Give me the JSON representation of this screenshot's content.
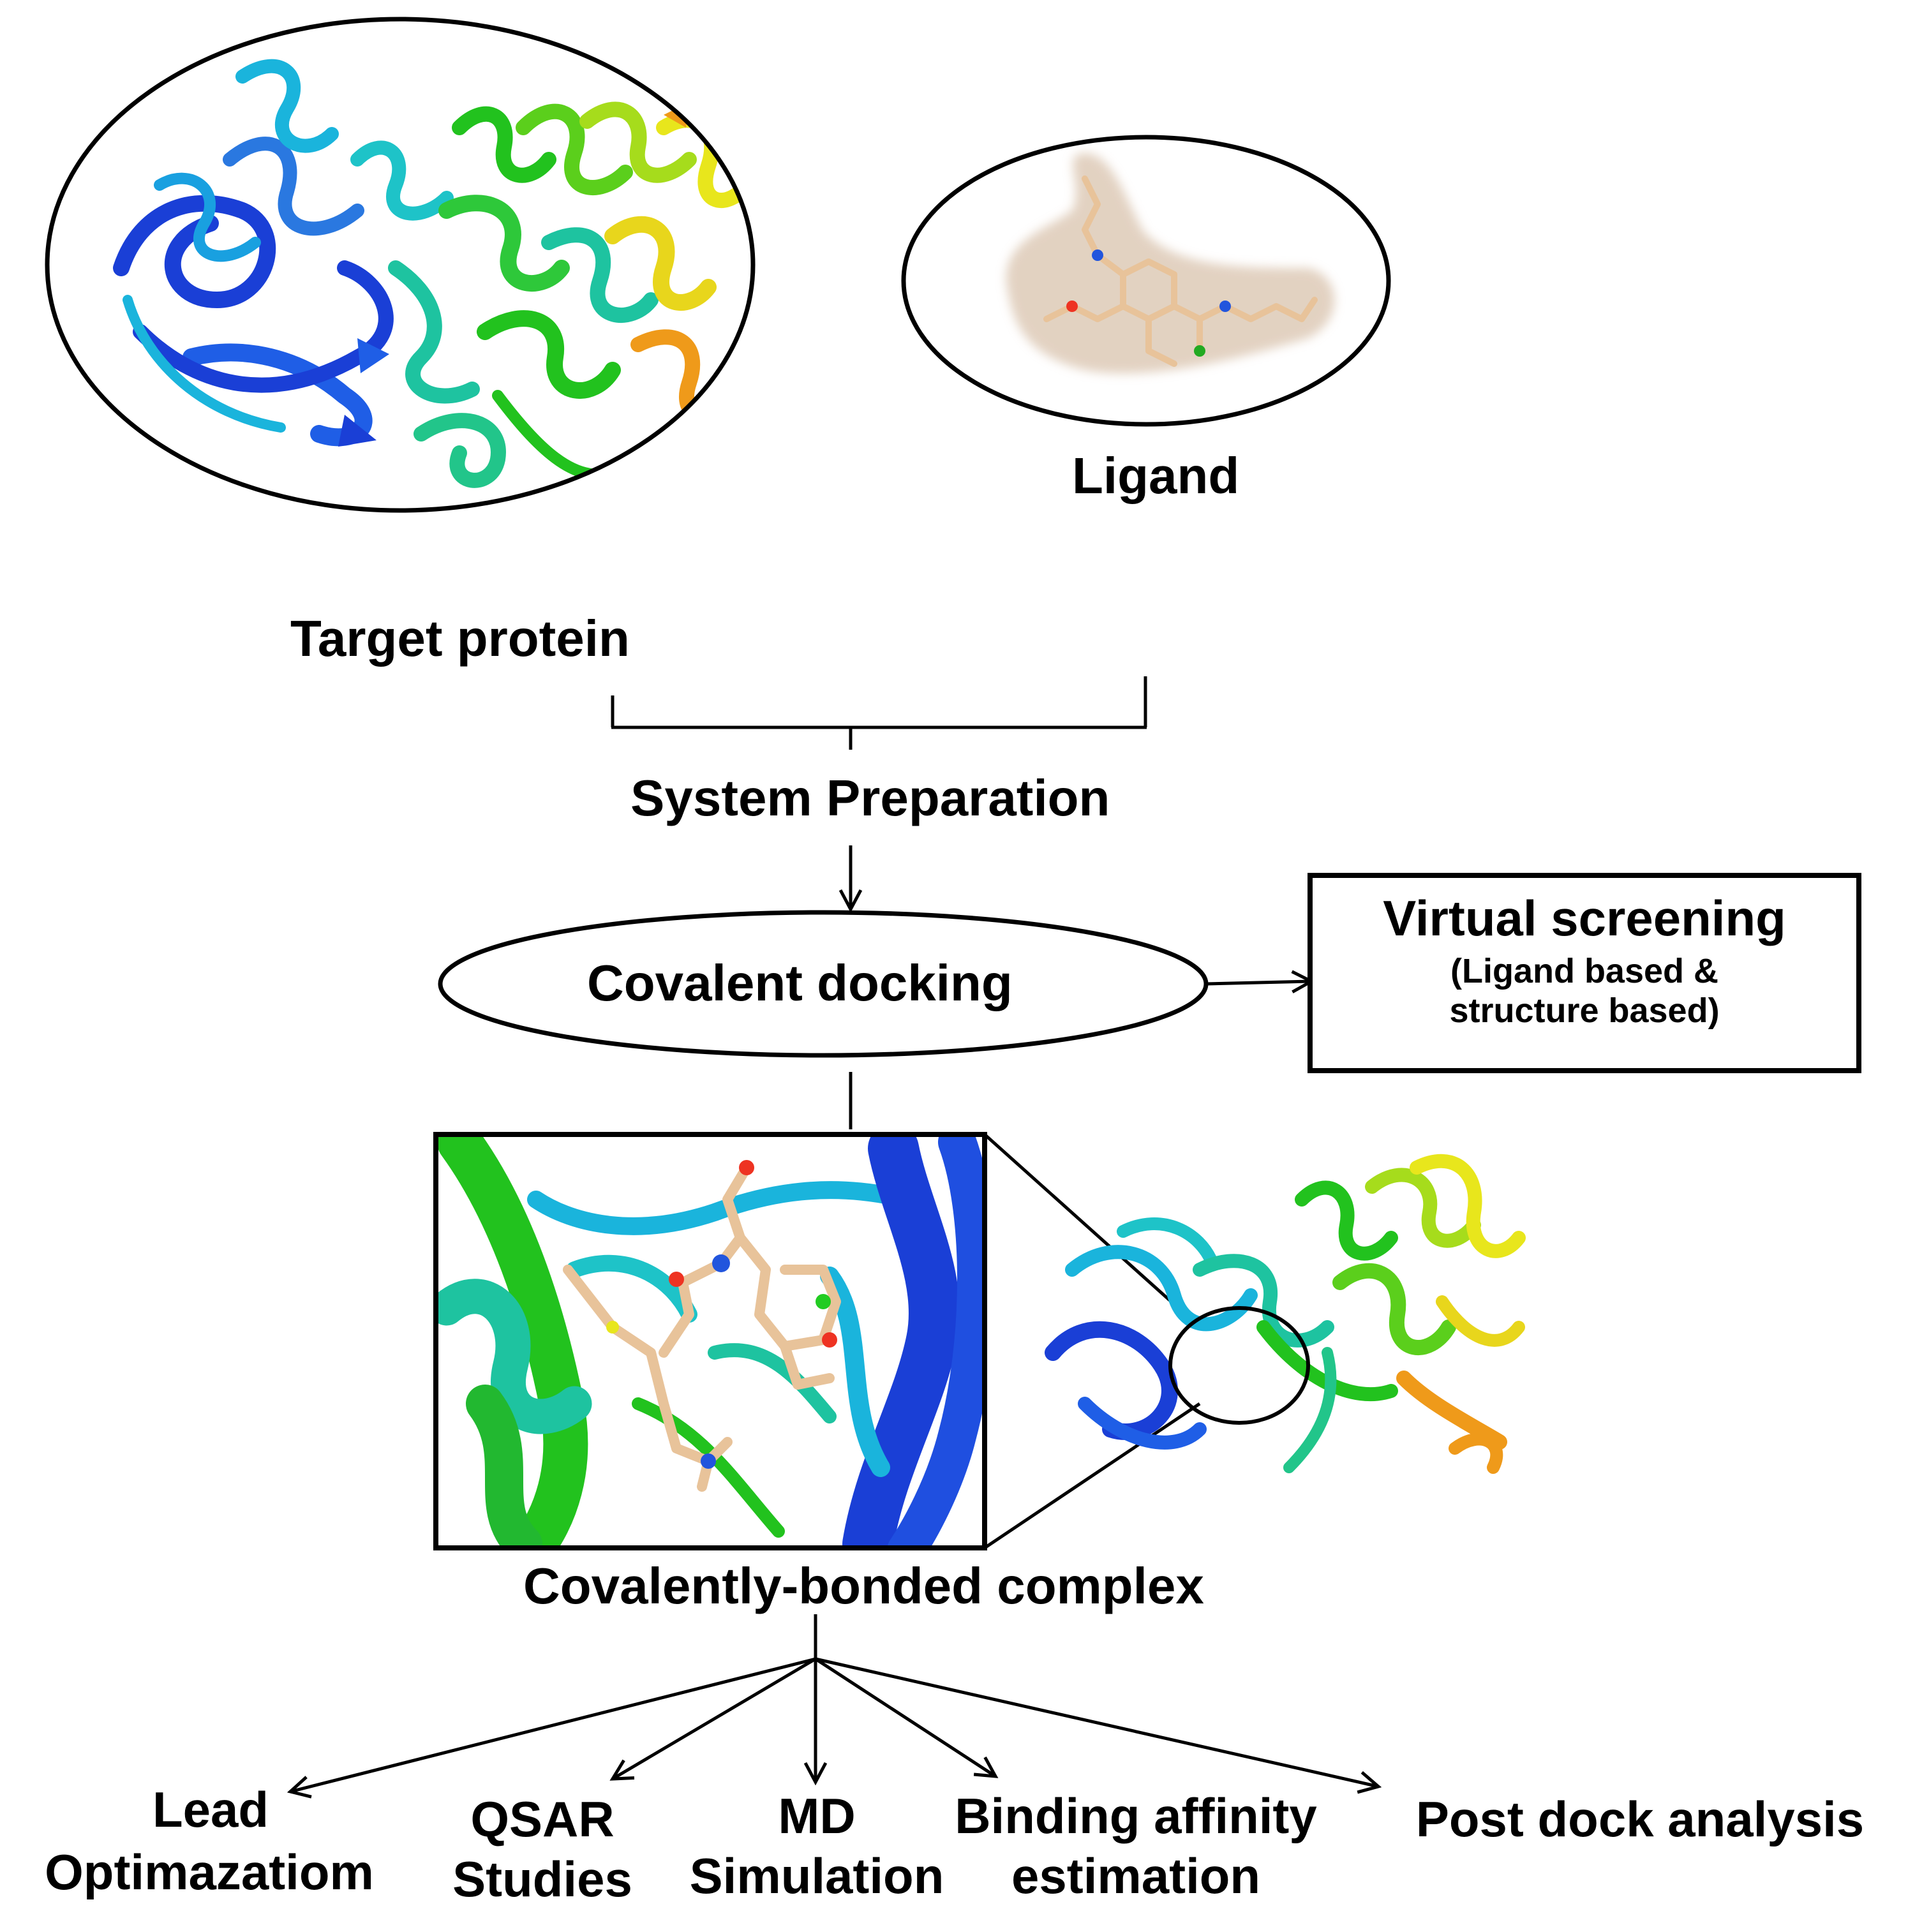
{
  "labels": {
    "target_protein": "Target protein",
    "ligand": "Ligand",
    "system_preparation": "System Preparation",
    "covalent_docking": "Covalent docking",
    "virtual_screening_title": "Virtual screening",
    "virtual_screening_sub1": "(Ligand based &",
    "virtual_screening_sub2": "structure based)",
    "complex": "Covalently-bonded complex"
  },
  "outputs": [
    {
      "line1": "Lead",
      "line2": "Optimazatiom"
    },
    {
      "line1": "QSAR",
      "line2": "Studies"
    },
    {
      "line1": "MD",
      "line2": "Simulation"
    },
    {
      "line1": "Binding affinity",
      "line2": "estimation"
    },
    {
      "line1": "Post dock analysis",
      "line2": ""
    }
  ],
  "colors": {
    "stroke": "#000000",
    "ribbon_blue": "#1a3fd6",
    "ribbon_cyan": "#1ab4dc",
    "ribbon_teal": "#1ec3a0",
    "ribbon_green": "#22c21e",
    "ribbon_yellow": "#e8e61c",
    "ribbon_orange": "#ef9a1a",
    "ligand_tan": "#e8c39a",
    "ligand_surface": "#d9c3ad"
  }
}
